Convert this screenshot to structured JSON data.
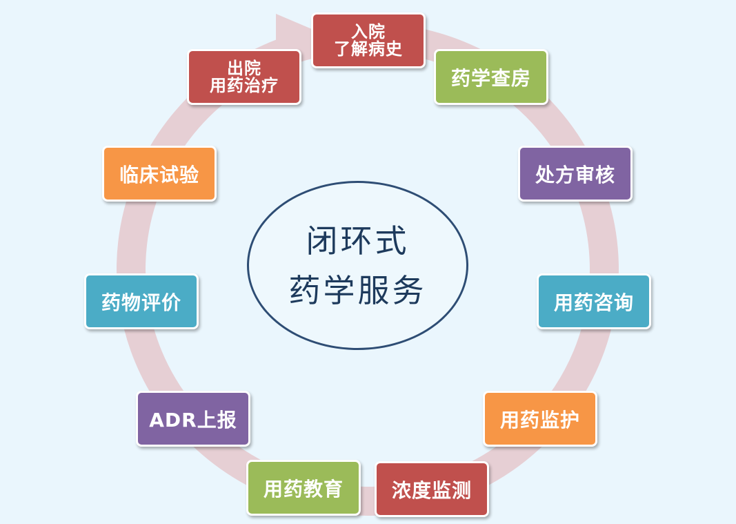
{
  "center": {
    "line1": "闭环式",
    "line2": "药学服务"
  },
  "steps": [
    {
      "lines": [
        "入院",
        "了解病史"
      ],
      "color": "#c0504d"
    },
    {
      "lines": [
        "药学查房"
      ],
      "color": "#9bbb59"
    },
    {
      "lines": [
        "处方审核"
      ],
      "color": "#8064a2"
    },
    {
      "lines": [
        "用药咨询"
      ],
      "color": "#4bacc6"
    },
    {
      "lines": [
        "用药监护"
      ],
      "color": "#f79646"
    },
    {
      "lines": [
        "浓度监测"
      ],
      "color": "#c0504d"
    },
    {
      "lines": [
        "用药教育"
      ],
      "color": "#9bbb59"
    },
    {
      "lines": [
        "ADR上报"
      ],
      "color": "#8064a2"
    },
    {
      "lines": [
        "药物评价"
      ],
      "color": "#4bacc6"
    },
    {
      "lines": [
        "临床试验"
      ],
      "color": "#f79646"
    },
    {
      "lines": [
        "出院",
        "用药治疗"
      ],
      "color": "#c0504d"
    }
  ],
  "colors": {
    "background": "#eaf6fd",
    "cycle_arrow": "#e6cfd4",
    "ellipse_border": "#2e4d74",
    "center_text": "#1d3a5c"
  }
}
